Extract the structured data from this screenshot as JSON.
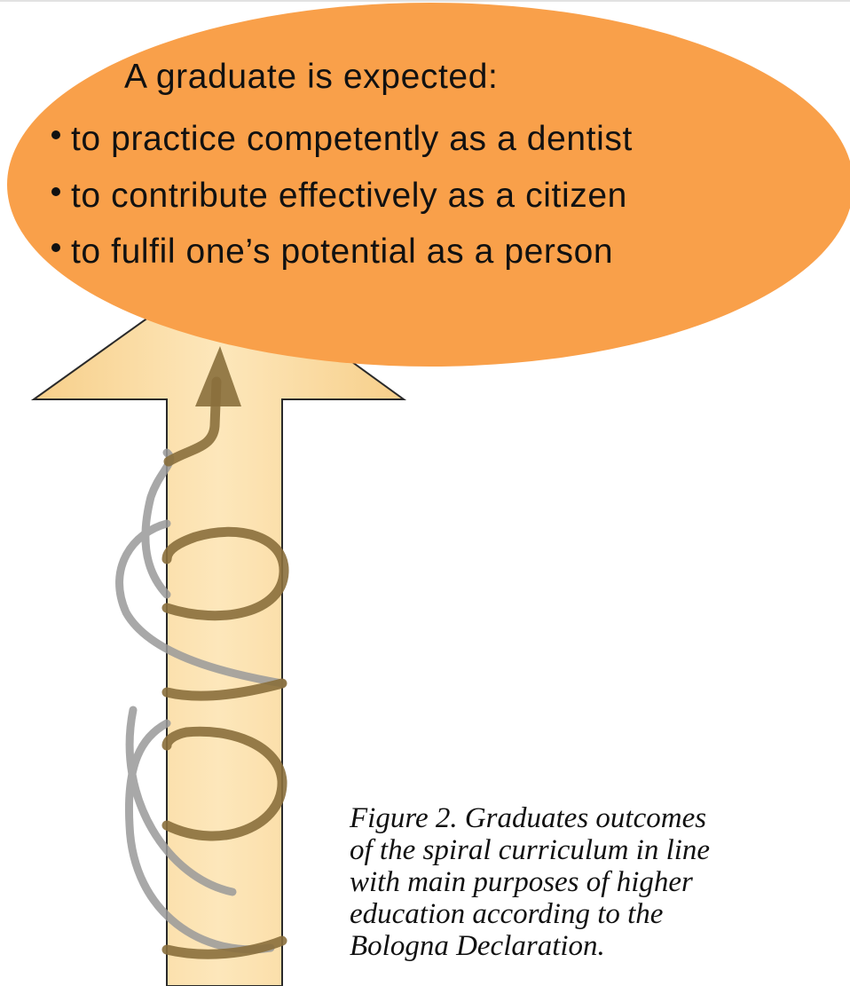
{
  "bubble": {
    "heading": "A graduate is expected:",
    "bullets": [
      "to practice competently as a dentist",
      "to contribute effectively as a citizen",
      "to fulfil one’s potential as a person"
    ]
  },
  "caption": {
    "lines": [
      "Figure 2. Graduates outcomes",
      "of the spiral curriculum in line",
      "with main purposes of higher",
      "education according to the",
      "Bologna Declaration."
    ]
  },
  "colors": {
    "bubble_fill": "#f9a04a",
    "arrow_fill": "#fce3b0",
    "spiral_front": "#8a6f3c",
    "spiral_back": "#9a9a9a",
    "text": "#111111"
  }
}
